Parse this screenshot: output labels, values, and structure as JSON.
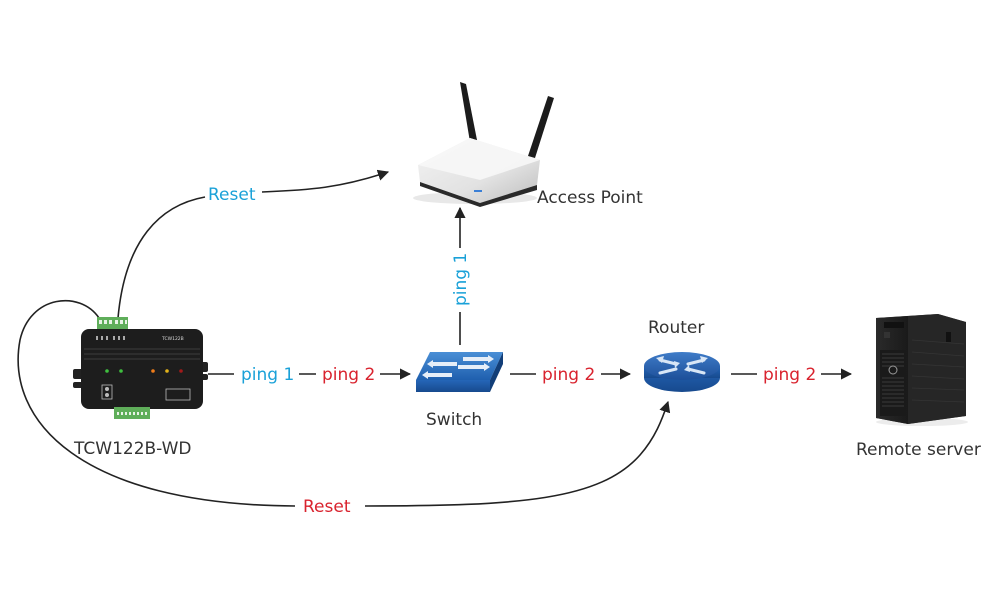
{
  "colors": {
    "ping1": "#1aa1d8",
    "ping2": "#d9232e",
    "reset_ap": "#1aa1d8",
    "reset_router": "#d9232e",
    "line": "#222222",
    "text": "#333333"
  },
  "nodes": {
    "controller": {
      "label": "TCW122B-WD",
      "model_text": "TCW122B",
      "icon": "io-controller-device"
    },
    "access_point": {
      "label": "Access Point",
      "icon": "wireless-access-point"
    },
    "switch": {
      "label": "Switch",
      "icon": "network-switch"
    },
    "router": {
      "label": "Router",
      "icon": "network-router"
    },
    "server": {
      "label": "Remote server",
      "icon": "tower-server"
    }
  },
  "edges": {
    "controller_to_switch": {
      "labels": [
        "ping 1",
        "ping 2"
      ]
    },
    "switch_to_ap": {
      "label": "ping 1"
    },
    "switch_to_router": {
      "label": "ping 2"
    },
    "router_to_server": {
      "label": "ping 2"
    },
    "reset_ap": {
      "label": "Reset"
    },
    "reset_router": {
      "label": "Reset"
    }
  }
}
